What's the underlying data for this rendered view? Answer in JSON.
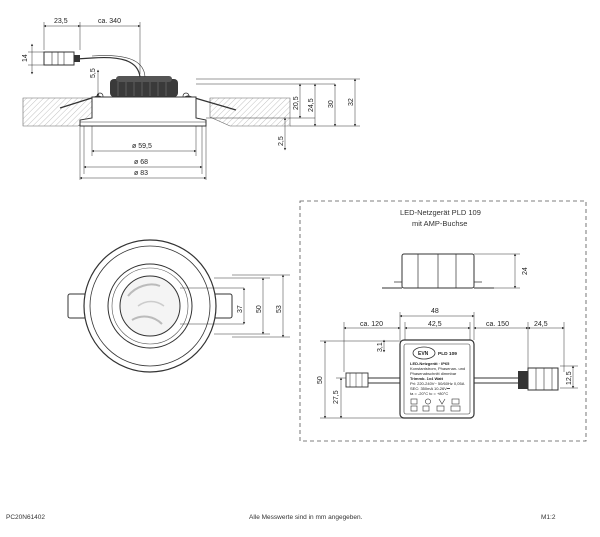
{
  "side_view": {
    "dims": {
      "d_23_5": "23,5",
      "d_ca340": "ca. 340",
      "d_14": "14",
      "d_5_5": "5,5",
      "d_20_5": "20,5",
      "d_24_5": "24,5",
      "d_30": "30",
      "d_32": "32",
      "d_2_5": "2,5",
      "d_59_5": "ø 59,5",
      "d_68": "ø 68",
      "d_83": "ø 83"
    }
  },
  "front_view": {
    "dims": {
      "d_37": "37",
      "d_50": "50",
      "d_53": "53"
    }
  },
  "psu": {
    "title_line1": "LED-Netzgerät PLD 109",
    "title_line2": "mit AMP-Buchse",
    "dims": {
      "d_24": "24",
      "d_48": "48",
      "d_42_5": "42,5",
      "d_ca120": "ca. 120",
      "d_ca150": "ca. 150",
      "d_24_5": "24,5",
      "d_3_1": "3,1",
      "d_50": "50",
      "d_27_5": "27,5",
      "d_12_5": "12,5"
    },
    "label": {
      "brand": "EVN",
      "model": "PLD 109",
      "line1": "LED-Netzgerät · IP65",
      "line2": "Konstantstrom, Phasenan- und",
      "line3": "Phasenabschnitt dimmbar",
      "line4": "Trimmb. 1x4 Watt",
      "line5": "Pri: 220-240V~ 50/60Hz 0,05A",
      "line6": "SEC: 350mA 10-26V⎓",
      "line7": "ta = -20°C  tc = +80°C"
    }
  },
  "footer": {
    "code": "PC20N61402",
    "note": "Alle Messwerte sind in mm angegeben.",
    "scale": "M1:2"
  }
}
